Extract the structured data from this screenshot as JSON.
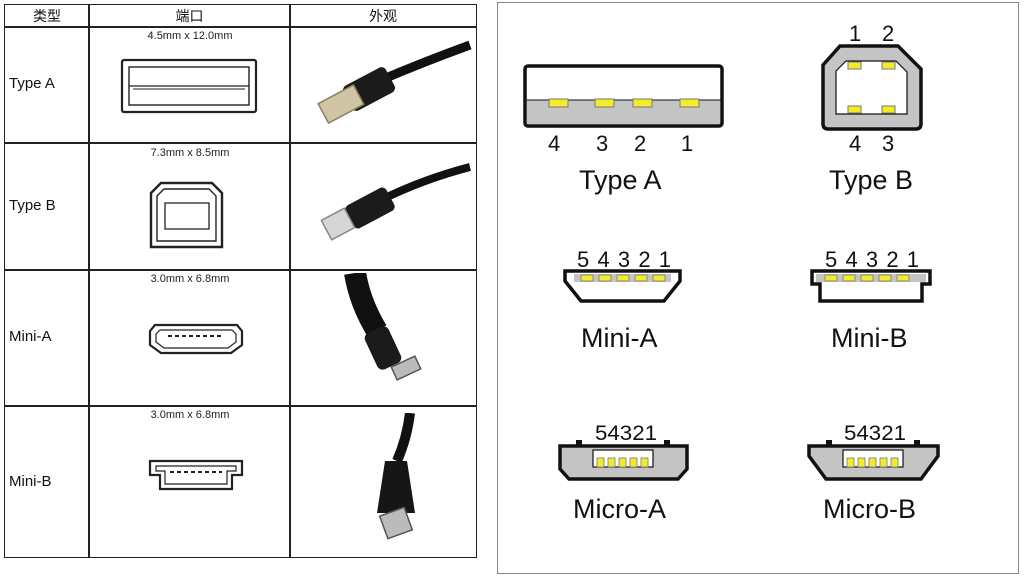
{
  "table": {
    "headers": [
      "类型",
      "端口",
      "外观"
    ],
    "rows": [
      {
        "type": "Type A",
        "dimension": "4.5mm x 12.0mm"
      },
      {
        "type": "Type B",
        "dimension": "7.3mm x 8.5mm"
      },
      {
        "type": "Mini-A",
        "dimension": "3.0mm x 6.8mm"
      },
      {
        "type": "Mini-B",
        "dimension": "3.0mm x 6.8mm"
      }
    ]
  },
  "pinouts": {
    "type_a": {
      "label": "Type A",
      "pins": [
        "4",
        "3",
        "2",
        "1"
      ]
    },
    "type_b": {
      "label": "Type B",
      "pins_top": [
        "1",
        "2"
      ],
      "pins_bottom": [
        "4",
        "3"
      ]
    },
    "mini_a": {
      "label": "Mini-A",
      "pins": "54321"
    },
    "mini_b": {
      "label": "Mini-B",
      "pins": "54321"
    },
    "micro_a": {
      "label": "Micro-A",
      "pins": "54321"
    },
    "micro_b": {
      "label": "Micro-B",
      "pins": "54321"
    }
  },
  "colors": {
    "pin": "#f3ec2c",
    "plug_gray": "#c4c4c4",
    "outline": "#111111"
  }
}
